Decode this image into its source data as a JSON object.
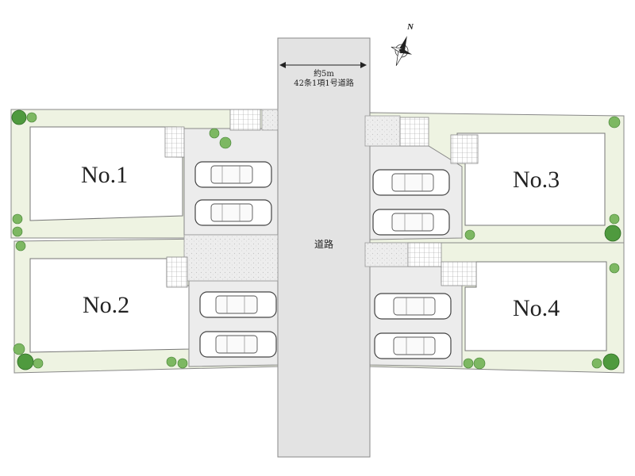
{
  "map": {
    "lots": [
      {
        "id": "lot-1",
        "label": "No.1"
      },
      {
        "id": "lot-2",
        "label": "No.2"
      },
      {
        "id": "lot-3",
        "label": "No.3"
      },
      {
        "id": "lot-4",
        "label": "No.4"
      }
    ],
    "road": {
      "label": "道路",
      "width_text": "約5m",
      "type_text": "42条1項1号道路"
    },
    "north_label": "N",
    "colors": {
      "garden": "#eef3e2",
      "road": "#e3e3e3",
      "parking": "#ececec",
      "tree": "#4f9a3e",
      "shrub": "#7db862"
    }
  }
}
